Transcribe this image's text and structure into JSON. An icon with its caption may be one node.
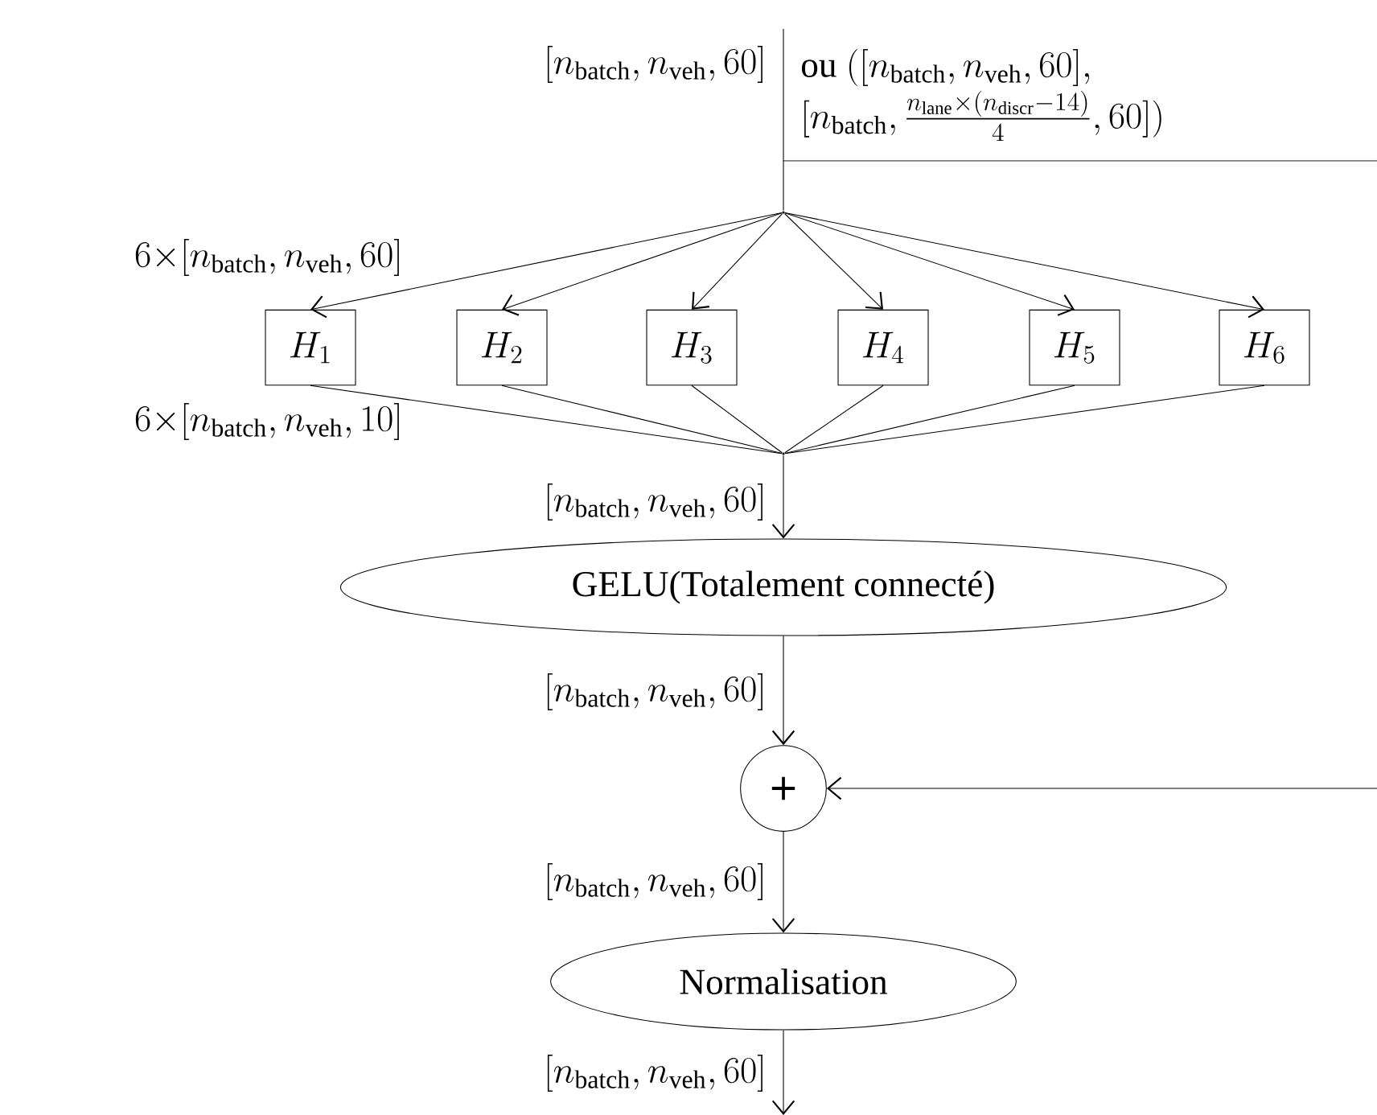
{
  "diagram": {
    "nodes": [
      {
        "text": [],
        "shape": "point"
      },
      {
        "text": [
          "H_1"
        ]
      },
      {
        "text": [
          "H_2"
        ]
      },
      {
        "text": [
          "H_3"
        ]
      },
      {
        "text": [
          "H_4"
        ]
      },
      {
        "text": [
          "H_5"
        ]
      },
      {
        "text": [
          "H_6"
        ]
      },
      {
        "text": [],
        "shape": "point"
      },
      {
        "text": [
          "GELU(Totalement connecté)"
        ]
      },
      {
        "text": [
          "+"
        ]
      },
      {
        "text": [
          "Normalisation"
        ]
      }
    ],
    "edges": [
      {
        "from": null,
        "to": 0,
        "arrow": "none",
        "label": "[n_\\text{batch}, n_\\text{veh}, 60]"
      },
      {
        "from": 0,
        "to": 1,
        "arrow": "to"
      },
      {
        "from": 0,
        "to": 2,
        "arrow": "to"
      },
      {
        "from": 0,
        "to": 3,
        "arrow": "to"
      },
      {
        "from": 0,
        "to": 4,
        "arrow": "to"
      },
      {
        "from": 0,
        "to": 5,
        "arrow": "to"
      },
      {
        "from": 0,
        "to": 6,
        "arrow": "to"
      },
      {
        "from": 1,
        "to": 7,
        "arrow": "none"
      },
      {
        "from": 2,
        "to": 7,
        "arrow": "none"
      },
      {
        "from": 3,
        "to": 7,
        "arrow": "none"
      },
      {
        "from": 4,
        "to": 7,
        "arrow": "none"
      },
      {
        "from": 5,
        "to": 7,
        "arrow": "none"
      },
      {
        "from": 6,
        "to": 7,
        "arrow": "none"
      },
      {
        "from": 7,
        "to": 8,
        "arrow": "to",
        "label": "[n_\\text{batch}, n_\\text{veh}, 60]"
      },
      {
        "from": 8,
        "to": 9,
        "arrow": "to",
        "label": "[n_\\text{batch}, n_\\text{veh}, 60]"
      },
      {
        "from": null,
        "to": 9,
        "arrow": "to"
      },
      {
        "from": 9,
        "to": 10,
        "arrow": "to",
        "label": "[n_\\text{batch}, n_\\text{veh}, 60]"
      },
      {
        "from": 10,
        "to": null,
        "arrow": "to",
        "label": "[n_\\text{batch}, n_\\text{veh}, 60]"
      }
    ],
    "labels": [
      "\\text{ou }([n_\\text{batch}, n_\\text{veh}, 60],",
      "[n_\\text{batch}, \\frac{n_\\text{lane}\\times(n_\\text{discr}-14)}{4}, 60])",
      "6{\\times}[n_\\text{batch}, n_\\text{veh}, 60]",
      "6{\\times}[n_\\text{batch}, n_\\text{veh}, 10]"
    ]
  }
}
